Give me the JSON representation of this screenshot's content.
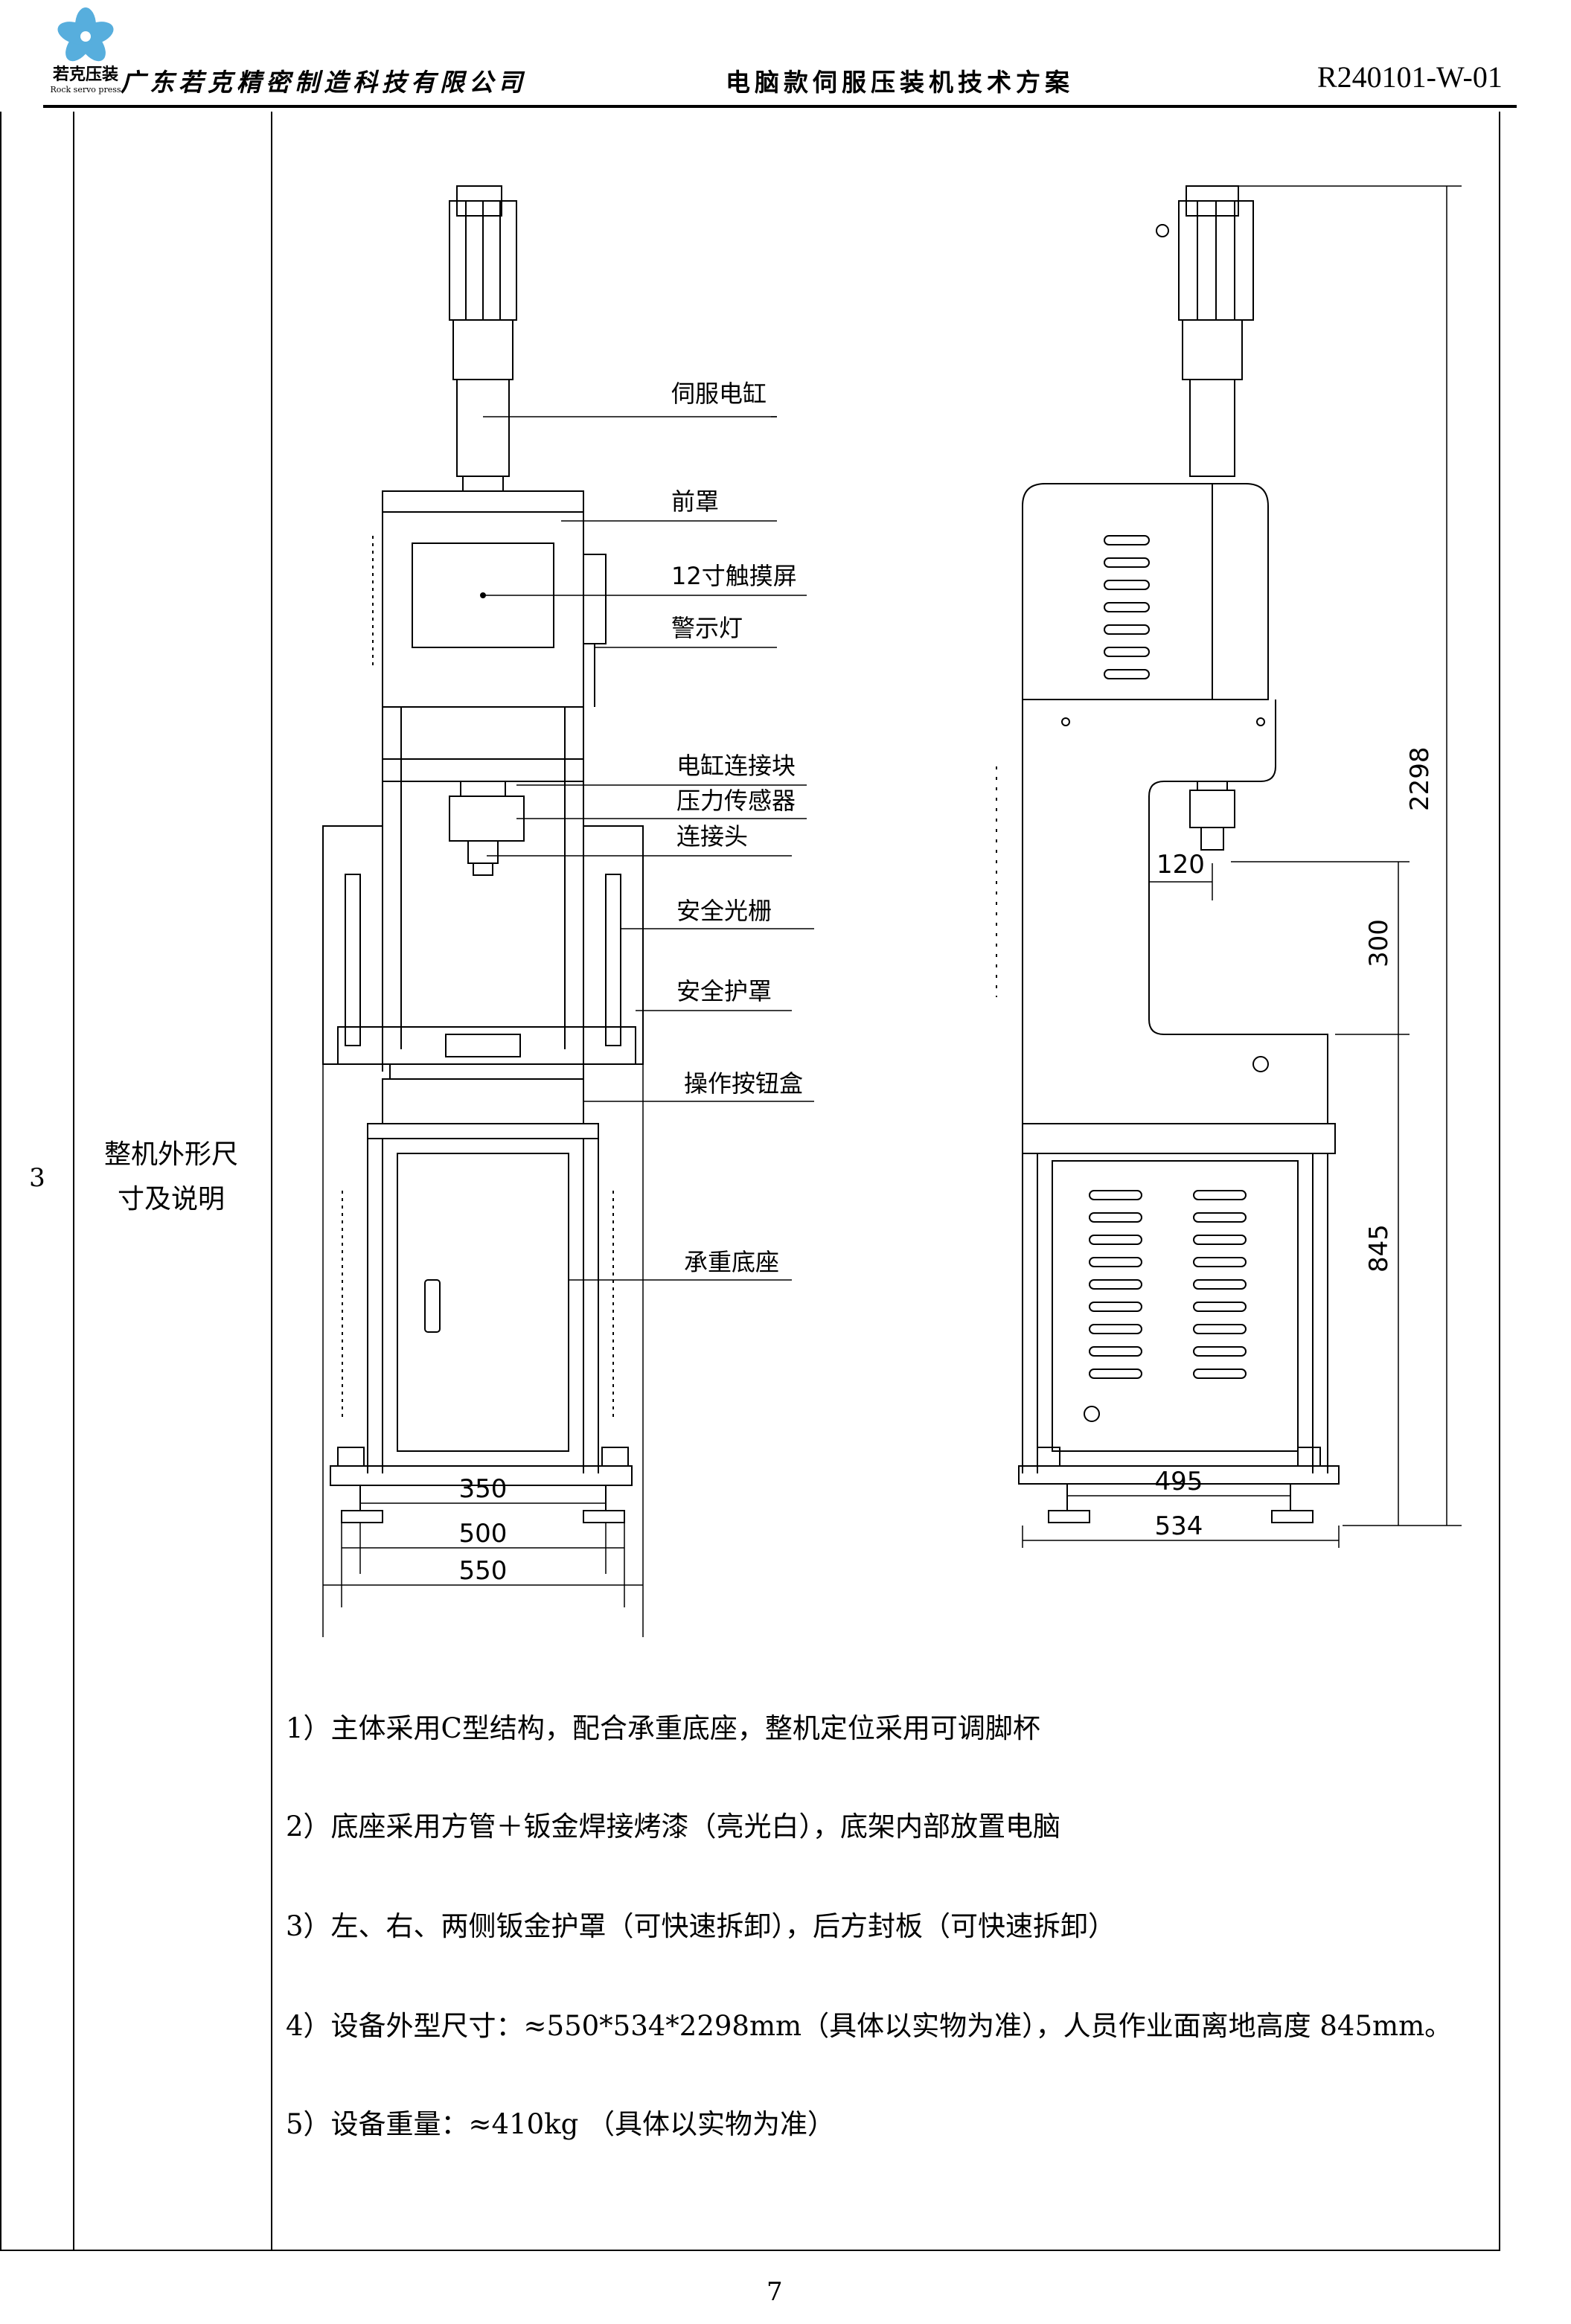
{
  "header": {
    "logo_text": "若克压装",
    "logo_subtext": "Rock servo press",
    "company": "广东若克精密制造科技有限公司",
    "doc_title": "电脑款伺服压装机技术方案",
    "doc_code": "R240101-W-01"
  },
  "row": {
    "number": "3",
    "title_line1": "整机外形尺",
    "title_line2": "寸及说明"
  },
  "drawing": {
    "callouts": [
      "伺服电缸",
      "前罩",
      "12寸触摸屏",
      "警示灯",
      "电缸连接块",
      "压力传感器",
      "连接头",
      "安全光栅",
      "安全护罩",
      "操作按钮盒",
      "承重底座"
    ],
    "front_dims": [
      "350",
      "500",
      "550"
    ],
    "side_dims": [
      "2298",
      "120",
      "300",
      "845",
      "495",
      "534"
    ]
  },
  "notes": [
    "1）主体采用C型结构，配合承重底座，整机定位采用可调脚杯",
    "2）底座采用方管＋钣金焊接烤漆（亮光白），底架内部放置电脑",
    "3）左、右、两侧钣金护罩（可快速拆卸），后方封板（可快速拆卸）",
    "4）设备外型尺寸：≈550*534*2298mm（具体以实物为准），人员作业面离地高度 845mm。",
    "5）设备重量：≈410kg  （具体以实物为准）"
  ],
  "page_number": "7",
  "colors": {
    "logo_blue": "#3aa0d8",
    "line": "#000000"
  }
}
